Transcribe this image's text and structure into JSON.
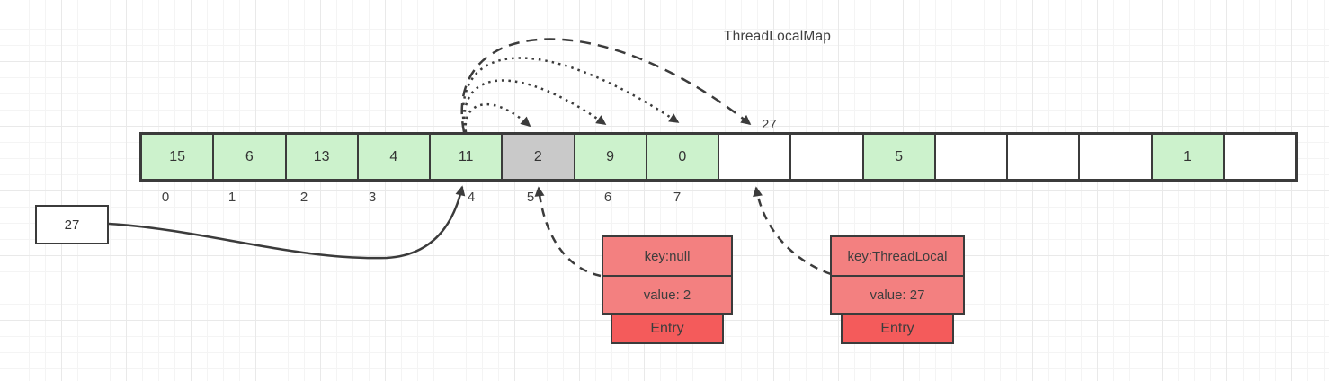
{
  "title": "ThreadLocalMap",
  "array": {
    "cells": [
      {
        "value": "15",
        "state": "filled"
      },
      {
        "value": "6",
        "state": "filled"
      },
      {
        "value": "13",
        "state": "filled"
      },
      {
        "value": "4",
        "state": "filled"
      },
      {
        "value": "11",
        "state": "filled"
      },
      {
        "value": "2",
        "state": "stale"
      },
      {
        "value": "9",
        "state": "filled"
      },
      {
        "value": "0",
        "state": "filled"
      },
      {
        "value": "",
        "state": "empty"
      },
      {
        "value": "",
        "state": "empty"
      },
      {
        "value": "5",
        "state": "filled"
      },
      {
        "value": "",
        "state": "empty"
      },
      {
        "value": "",
        "state": "empty"
      },
      {
        "value": "",
        "state": "empty"
      },
      {
        "value": "1",
        "state": "filled"
      },
      {
        "value": "",
        "state": "empty"
      }
    ],
    "index_labels": [
      "0",
      "1",
      "2",
      "3",
      "4",
      "5",
      "6",
      "7"
    ]
  },
  "labels": {
    "probe_target_value": "27",
    "source_box_value": "27"
  },
  "entries": [
    {
      "key": "key:null",
      "value": "value: 2",
      "label": "Entry"
    },
    {
      "key": "key:ThreadLocal",
      "value": "value: 27",
      "label": "Entry"
    }
  ],
  "colors": {
    "cell_filled": "#ccf2cc",
    "cell_stale": "#c9c9c9",
    "cell_empty": "#ffffff",
    "entry_body": "#f38080",
    "entry_tab": "#f45b5b",
    "stroke": "#3b3b3b"
  }
}
